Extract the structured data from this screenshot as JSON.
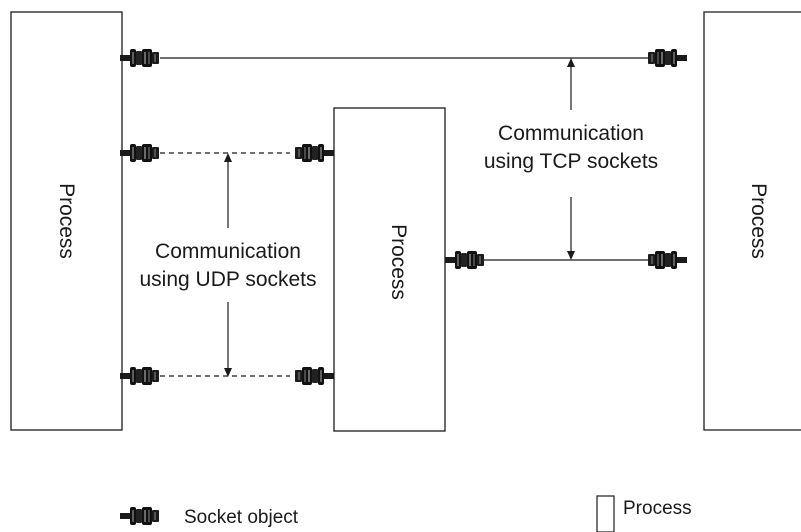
{
  "processes": {
    "left": {
      "label": "Process"
    },
    "middle": {
      "label": "Process"
    },
    "right": {
      "label": "Process"
    }
  },
  "annotations": {
    "udp": {
      "line1": "Communication",
      "line2": "using UDP sockets"
    },
    "tcp": {
      "line1": "Communication",
      "line2": "using TCP sockets"
    }
  },
  "legend": {
    "socket_label": "Socket object",
    "process_label": "Process"
  },
  "colors": {
    "line": "#1a1a1a",
    "socket_body": "#111111",
    "socket_highlight": "#6a6a6a",
    "background": "#ffffff"
  },
  "icons": {
    "socket": "socket-connector-icon",
    "process": "process-rectangle-icon"
  }
}
